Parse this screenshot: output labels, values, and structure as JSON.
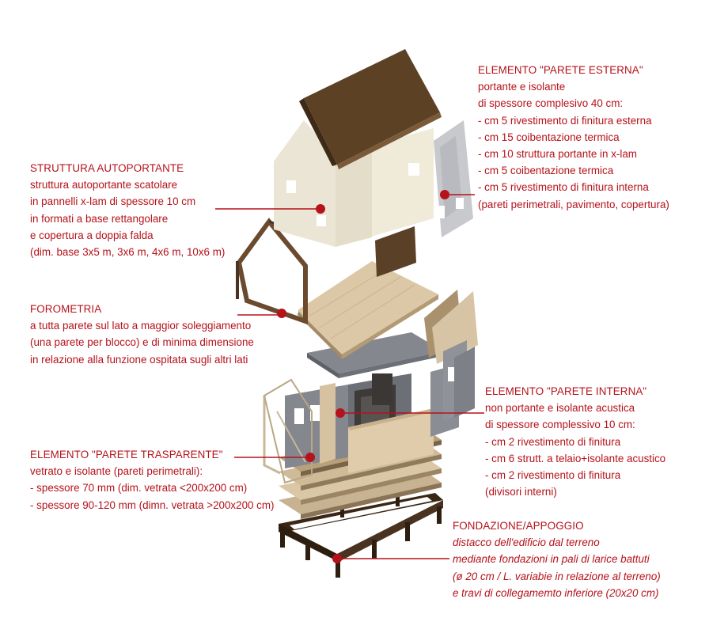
{
  "colors": {
    "accent": "#b5121b",
    "roof": "#5a3e22",
    "wall_light": "#ece6d7",
    "wall_grey": "#7e8189",
    "wood_light": "#dac7a7",
    "wood_dark": "#4a3320",
    "frame": "#6b4a2e"
  },
  "labels": {
    "struttura": {
      "title": "STRUTTURA AUTOPORTANTE",
      "lines": [
        "struttura autoportante scatolare",
        "in pannelli x-lam di spessore 10 cm",
        "in formati a base rettangolare",
        "e copertura a doppia falda",
        "(dim. base 3x5 m, 3x6 m, 4x6 m, 10x6 m)"
      ]
    },
    "forometria": {
      "title": "FOROMETRIA",
      "lines": [
        "a tutta parete sul lato a maggior soleggiamento",
        "(una parete per blocco) e di minima dimensione",
        "in relazione alla funzione ospitata sugli altri lati"
      ]
    },
    "parete_trasparente": {
      "title": "ELEMENTO \"PARETE TRASPARENTE\"",
      "lines": [
        "vetrato e isolante (pareti perimetrali):",
        "- spessore 70 mm (dim. vetrata <200x200 cm)",
        "- spessore 90-120 mm (dimn. vetrata >200x200 cm)"
      ]
    },
    "parete_esterna": {
      "title": "ELEMENTO \"PARETE ESTERNA\"",
      "lines": [
        "portante e isolante",
        "di spessore complesivo 40 cm:",
        "- cm 5 rivestimento di finitura esterna",
        "- cm 15 coibentazione termica",
        "- cm 10 struttura portante in x-lam",
        "- cm 5 coibentazione termica",
        "- cm 5 rivestimento di finitura interna",
        "(pareti perimetrali, pavimento, copertura)"
      ]
    },
    "parete_interna": {
      "title": "ELEMENTO \"PARETE INTERNA\"",
      "lines": [
        "non portante e isolante acustica",
        "di spessore complessivo 10 cm:",
        "- cm 2 rivestimento di finitura",
        "- cm 6 strutt. a telaio+isolante acustico",
        "- cm 2 rivestimento di finitura",
        "(divisori interni)"
      ]
    },
    "fondazione": {
      "title": "FONDAZIONE/APPOGGIO",
      "lines": [
        "distacco dell'edificio dal terreno",
        "mediante fondazioni in pali di larice battuti",
        "(ø 20 cm / L. variabie in relazione al terreno)",
        "e travi di collegamemto inferiore (20x20 cm)"
      ]
    }
  }
}
